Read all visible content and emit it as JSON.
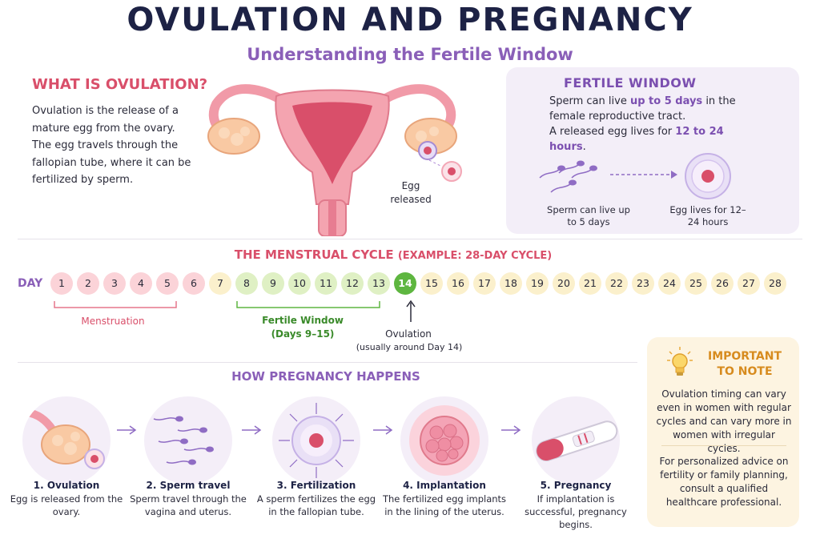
{
  "title": "OVULATION AND PREGNANCY",
  "subtitle": "Understanding the Fertile Window",
  "whatis": {
    "heading": "WHAT IS OVULATION?",
    "body": "Ovulation is the release of a mature egg from the ovary. The egg travels through the fallopian tube, where it can be fertilized by sperm."
  },
  "egg_label": "Egg released",
  "fertile_window": {
    "heading": "FERTILE WINDOW",
    "line1_pre": "Sperm can live ",
    "line1_bold": "up to 5 days",
    "line1_post": " in the female reproductive tract.",
    "line2_pre": "A released egg lives for ",
    "line2_bold": "12 to 24 hours",
    "line2_post": ".",
    "sperm_caption": "Sperm can live up to 5 days",
    "egg_caption": "Egg lives for 12–24 hours"
  },
  "cycle": {
    "heading": "THE MENSTRUAL CYCLE",
    "heading_sub": "(EXAMPLE: 28-DAY CYCLE)",
    "day_label": "DAY",
    "days": [
      "1",
      "2",
      "3",
      "4",
      "5",
      "6",
      "7",
      "8",
      "9",
      "10",
      "11",
      "12",
      "13",
      "14",
      "15",
      "16",
      "17",
      "18",
      "19",
      "20",
      "21",
      "22",
      "23",
      "24",
      "25",
      "26",
      "27",
      "28"
    ],
    "menstruation_label": "Menstruation",
    "fertile_label": "Fertile Window",
    "fertile_days": "(Days 9–15)",
    "ovulation_label": "Ovulation",
    "ovulation_note": "(usually around Day 14)",
    "colors": {
      "menstruation": "#fbd3d8",
      "fertile": "#dff0c4",
      "ovulation": "#5eb640",
      "other": "#fbf0cc"
    }
  },
  "how": {
    "heading": "HOW PREGNANCY HAPPENS",
    "steps": [
      {
        "title": "1. Ovulation",
        "text": "Egg is released from the ovary.",
        "icon": "ovary-egg-icon"
      },
      {
        "title": "2. Sperm travel",
        "text": "Sperm travel through the vagina and uterus.",
        "icon": "sperm-icon"
      },
      {
        "title": "3. Fertilization",
        "text": "A sperm fertilizes the egg in the fallopian tube.",
        "icon": "fertilization-icon"
      },
      {
        "title": "4. Implantation",
        "text": "The fertilized egg implants in the lining of the uterus.",
        "icon": "embryo-icon"
      },
      {
        "title": "5. Pregnancy",
        "text": "If implantation is successful, pregnancy begins.",
        "icon": "pregnancy-test-icon"
      }
    ]
  },
  "note": {
    "heading": "IMPORTANT TO NOTE",
    "text1": "Ovulation timing can vary even in women with regular cycles and can vary more in women with irregular cycles.",
    "text2": "For personalized advice on fertility or family planning, consult a qualified healthcare professional.",
    "icon": "lightbulb-icon"
  }
}
